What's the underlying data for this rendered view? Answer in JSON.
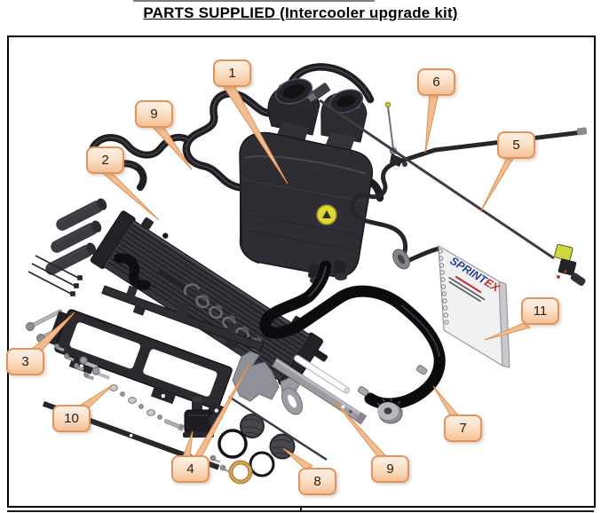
{
  "title": "PARTS SUPPLIED (Intercooler upgrade kit)",
  "callouts": [
    {
      "label": "1"
    },
    {
      "label": "2"
    },
    {
      "label": "3"
    },
    {
      "label": "4"
    },
    {
      "label": "5"
    },
    {
      "label": "6"
    },
    {
      "label": "7"
    },
    {
      "label": "8"
    },
    {
      "label": "9"
    },
    {
      "label": "9"
    },
    {
      "label": "10"
    },
    {
      "label": "11"
    }
  ],
  "manual": {
    "brand_prefix": "SPRINT",
    "brand_suffix": "EX"
  }
}
